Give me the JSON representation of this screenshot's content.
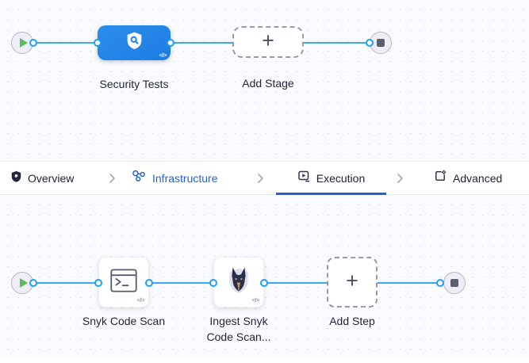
{
  "stage_pipeline": {
    "start_node": "play",
    "stage": {
      "label": "Security Tests",
      "icon": "shield-search",
      "color": "#2286e8"
    },
    "add_stage": {
      "label": "Add Stage"
    },
    "end_node": "stop"
  },
  "tab_bar": {
    "tabs": [
      {
        "label": "Overview",
        "icon": "shield-icon",
        "active": false
      },
      {
        "label": "Infrastructure",
        "icon": "infrastructure-icon",
        "active": false
      },
      {
        "label": "Execution",
        "icon": "execution-play-icon",
        "active": true
      },
      {
        "label": "Advanced",
        "icon": "advanced-gear-icon",
        "active": false
      }
    ],
    "active_tab": "Execution"
  },
  "step_pipeline": {
    "start_node": "play",
    "steps": [
      {
        "label": "Snyk Code Scan",
        "icon": "terminal-icon"
      },
      {
        "label_line1": "Ingest Snyk",
        "label_line2": "Code Scan...",
        "icon": "snyk-dog-icon"
      }
    ],
    "add_step": {
      "label": "Add Step"
    },
    "end_node": "stop"
  },
  "glyphs": {
    "plus": "+",
    "code": "</>"
  },
  "colors": {
    "canvas_bg": "#fafbfe",
    "canvas_dot": "#d9dde9",
    "connector_blue": "#3aa8f2",
    "stage_blue": "#2286e8",
    "tab_active_blue": "#2062d8",
    "text_dark": "#23263b",
    "play_green": "#58bb61",
    "stop_gray": "#5c5f70",
    "node_fill": "#efeef7"
  }
}
